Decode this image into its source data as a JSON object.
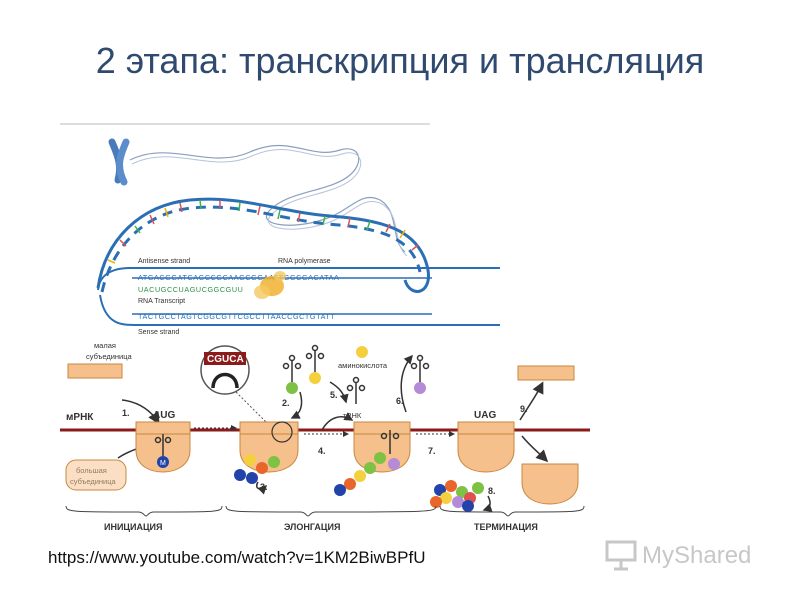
{
  "title": "2 этапа: транскрипция и трансляция",
  "transcription": {
    "antisense_label": "Antisense strand",
    "polymerase_label": "RNA polymerase",
    "transcript_label": "RNA Transcript",
    "sense_label": "Sense strand",
    "antisense_seq": "ATGACGGATCAGCCGCAAGCGGAATTGGCGACATAA",
    "rna_seq": "UACUGCCUAGUCGGCGUU",
    "sense_seq": "TACTGCCTAGTCGGCGTTCGCCTTAACCGCTGTATT"
  },
  "translation": {
    "small_subunit": [
      "малая",
      "субъединица"
    ],
    "large_subunit": [
      "большая",
      "субъединица"
    ],
    "mrna_label": "мРНК",
    "start_codon": "AUG",
    "stop_codon": "UAG",
    "anticodon_box": "CGUCA",
    "met_label": "M",
    "amino_acid_label": "аминокислота",
    "trna_label": "тРНК",
    "steps": [
      "1.",
      "2.",
      "3.",
      "4.",
      "5.",
      "6.",
      "7.",
      "8.",
      "9."
    ],
    "phases": [
      "ИНИЦИАЦИЯ",
      "ЭЛОНГАЦИЯ",
      "ТЕРМИНАЦИЯ"
    ]
  },
  "colors": {
    "title": "#2f4a6e",
    "dna_strand": "#2a6fb5",
    "ribosome": "#f5c08c",
    "ribosome_edge": "#c8873e",
    "mrna": "#8b1a1a",
    "aa_yellow": "#f4d03f",
    "aa_green": "#7dc242",
    "aa_blue": "#2244aa",
    "aa_orange": "#e8662a",
    "aa_purple": "#b58ad6"
  },
  "url": "https://www.youtube.com/watch?v=1KM2BiwBPfU",
  "watermark": "MyShared"
}
